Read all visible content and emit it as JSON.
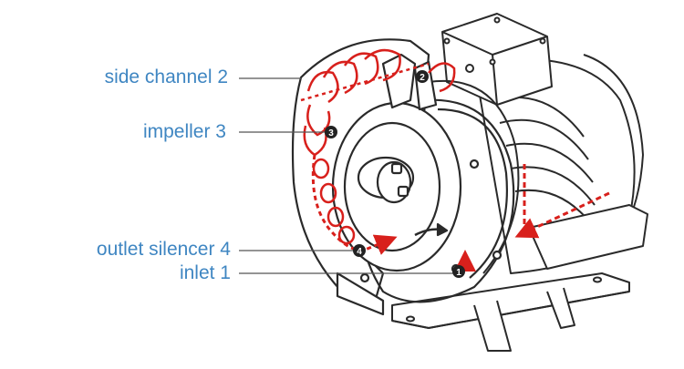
{
  "labels": {
    "side_channel": "side channel 2",
    "impeller": "impeller 3",
    "outlet_silencer": "outlet silencer 4",
    "inlet": "inlet 1"
  },
  "markers": {
    "m1": "1",
    "m2": "2",
    "m3": "3",
    "m4": "4"
  },
  "colors": {
    "label_text": "#3f86c2",
    "flow": "#d8201c",
    "line_art": "#2a2a2a",
    "leader": "#555555"
  }
}
